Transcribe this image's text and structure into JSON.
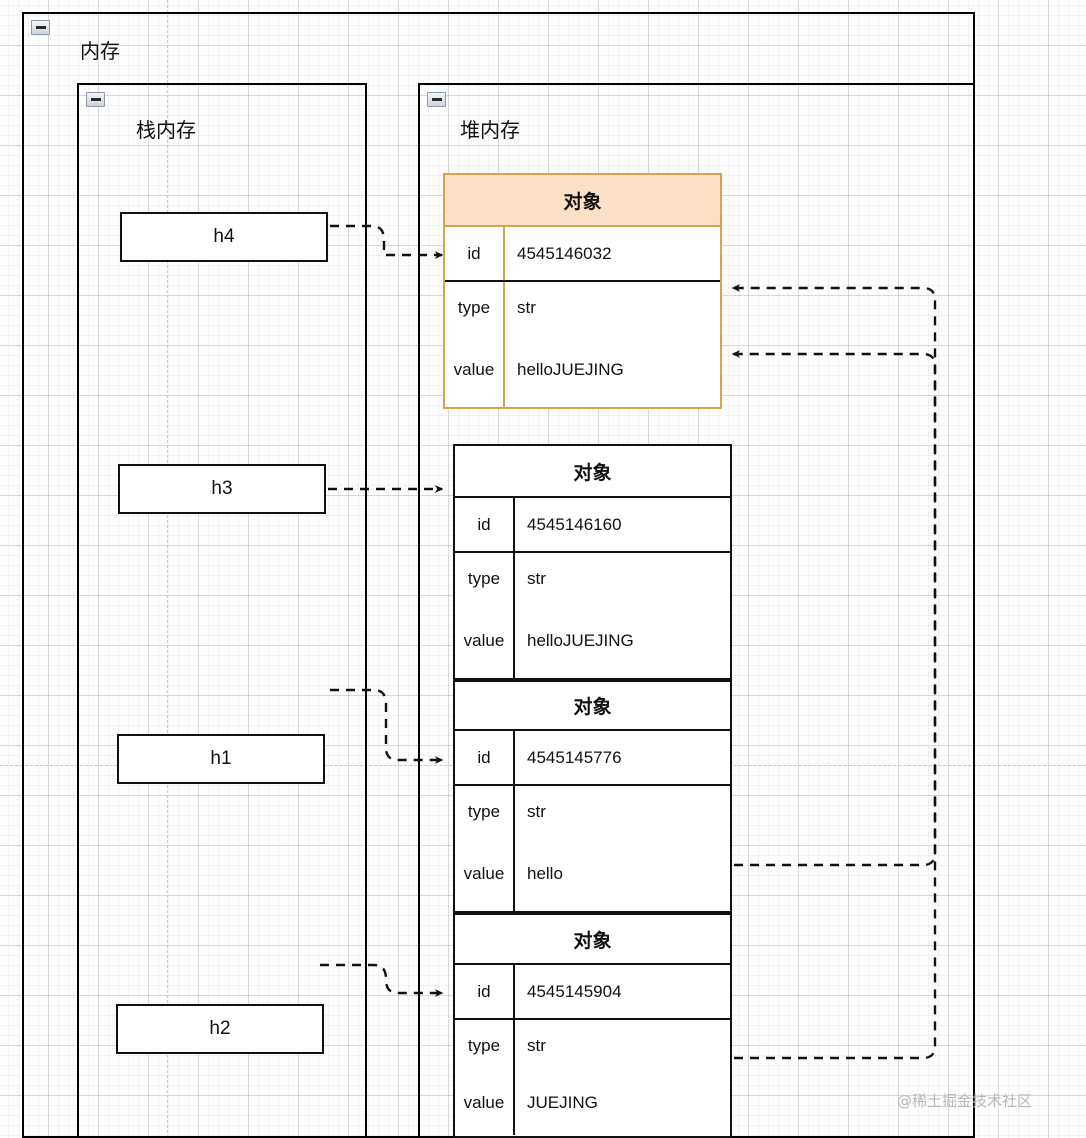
{
  "diagram": {
    "title": "内存",
    "watermark": "@稀土掘金技术社区",
    "accent_color": "#d6a44c",
    "accent_fill": "#fbe0c8",
    "line_color": "#111111",
    "collapse_icon": "minus-icon"
  },
  "containers": [
    {
      "id": "memory",
      "label": "内存"
    },
    {
      "id": "stack_memory",
      "label": "栈内存"
    },
    {
      "id": "heap_memory",
      "label": "堆内存"
    }
  ],
  "stack": {
    "title": "栈内存",
    "variables": [
      {
        "name": "h4"
      },
      {
        "name": "h3"
      },
      {
        "name": "h1"
      },
      {
        "name": "h2"
      }
    ]
  },
  "heap": {
    "title": "堆内存",
    "object_header": "对象",
    "field_labels": {
      "id": "id",
      "type": "type",
      "value": "value"
    },
    "objects": [
      {
        "header": "对象",
        "highlighted": true,
        "fields": [
          {
            "key": "id",
            "value": "4545146032"
          },
          {
            "key": "type",
            "value": "str"
          },
          {
            "key": "value",
            "value": "helloJUEJING"
          }
        ]
      },
      {
        "header": "对象",
        "highlighted": false,
        "fields": [
          {
            "key": "id",
            "value": "4545146160"
          },
          {
            "key": "type",
            "value": "str"
          },
          {
            "key": "value",
            "value": "helloJUEJING"
          }
        ]
      },
      {
        "header": "对象",
        "highlighted": false,
        "fields": [
          {
            "key": "id",
            "value": "4545145776"
          },
          {
            "key": "type",
            "value": "str"
          },
          {
            "key": "value",
            "value": "hello"
          }
        ]
      },
      {
        "header": "对象",
        "highlighted": false,
        "fields": [
          {
            "key": "id",
            "value": "4545145904"
          },
          {
            "key": "type",
            "value": "str"
          },
          {
            "key": "value",
            "value": "JUEJING"
          }
        ]
      }
    ]
  },
  "edges": [
    {
      "from": "h4",
      "to": "object-1"
    },
    {
      "from": "h3",
      "to": "object-2"
    },
    {
      "from": "h1",
      "to": "object-3"
    },
    {
      "from": "h2",
      "to": "object-4"
    },
    {
      "from": "object-3",
      "to": "object-1"
    },
    {
      "from": "object-4",
      "to": "object-1"
    }
  ]
}
